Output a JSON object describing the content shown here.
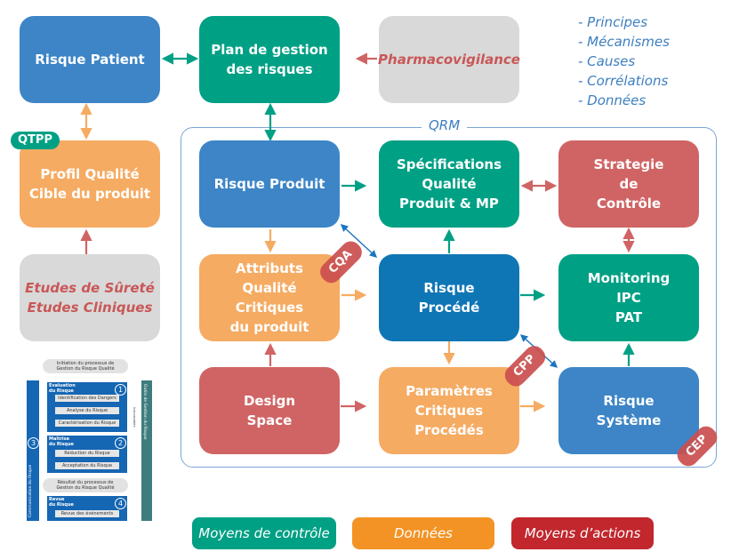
{
  "nodes": {
    "risque_patient": "Risque Patient",
    "plan_gestion": "Plan de gestion\ndes risques",
    "pharmacovigilance": "Pharmacovigilance",
    "profil_qualite": "Profil Qualité\nCible du produit",
    "etudes": "Etudes de Sûreté\nEtudes Cliniques",
    "risque_produit": "Risque Produit",
    "specifications": "Spécifications\nQualité\nProduit & MP",
    "strategie": "Strategie\nde\nContrôle",
    "attributs": "Attributs\nQualité\nCritiques\ndu produit",
    "risque_procede": "Risque\nProcédé",
    "monitoring": "Monitoring\nIPC\nPAT",
    "design_space": "Design\nSpace",
    "parametres": "Paramètres\nCritiques\nProcédés",
    "risque_systeme": "Risque\nSystème"
  },
  "tags": {
    "qtpp": "QTPP",
    "cqa": "CQA",
    "cpp": "CPP",
    "cep": "CEP"
  },
  "qrm_label": "QRM",
  "notes": [
    "- Principes",
    "- Mécanismes",
    "- Causes",
    "- Corrélations",
    "- Données"
  ],
  "legend": {
    "controle": "Moyens de contrôle",
    "donnees": "Données",
    "actions": "Moyens d’actions"
  },
  "colors": {
    "blue": "#3d85c6",
    "green": "#00a085",
    "orange": "#f5ab62",
    "red": "#d06464",
    "grey": "#d9d9d9"
  },
  "thumbnail": {
    "start": "Initiation du processus de\nGestion du Risque Qualité",
    "eval_title": "Evaluation\ndu Risque",
    "eval_steps": [
      "Identification des Dangers",
      "Analyse du Risque",
      "Caractérisation du Risque"
    ],
    "maitrise_title": "Maîtrise\ndu Risque",
    "maitrise_steps": [
      "Réduction du Risque",
      "Acceptation du Risque"
    ],
    "result": "Résultat du processus de\nGestion du Risque Qualité",
    "revue_title": "Revue\ndu Risque",
    "revue_steps": [
      "Revue des événements"
    ],
    "left_bar": "Communication du Risque",
    "right_bar": "Outils de Gestion du Risque",
    "inacceptable": "Inacceptable",
    "numbers": [
      "1",
      "2",
      "3",
      "4"
    ]
  }
}
